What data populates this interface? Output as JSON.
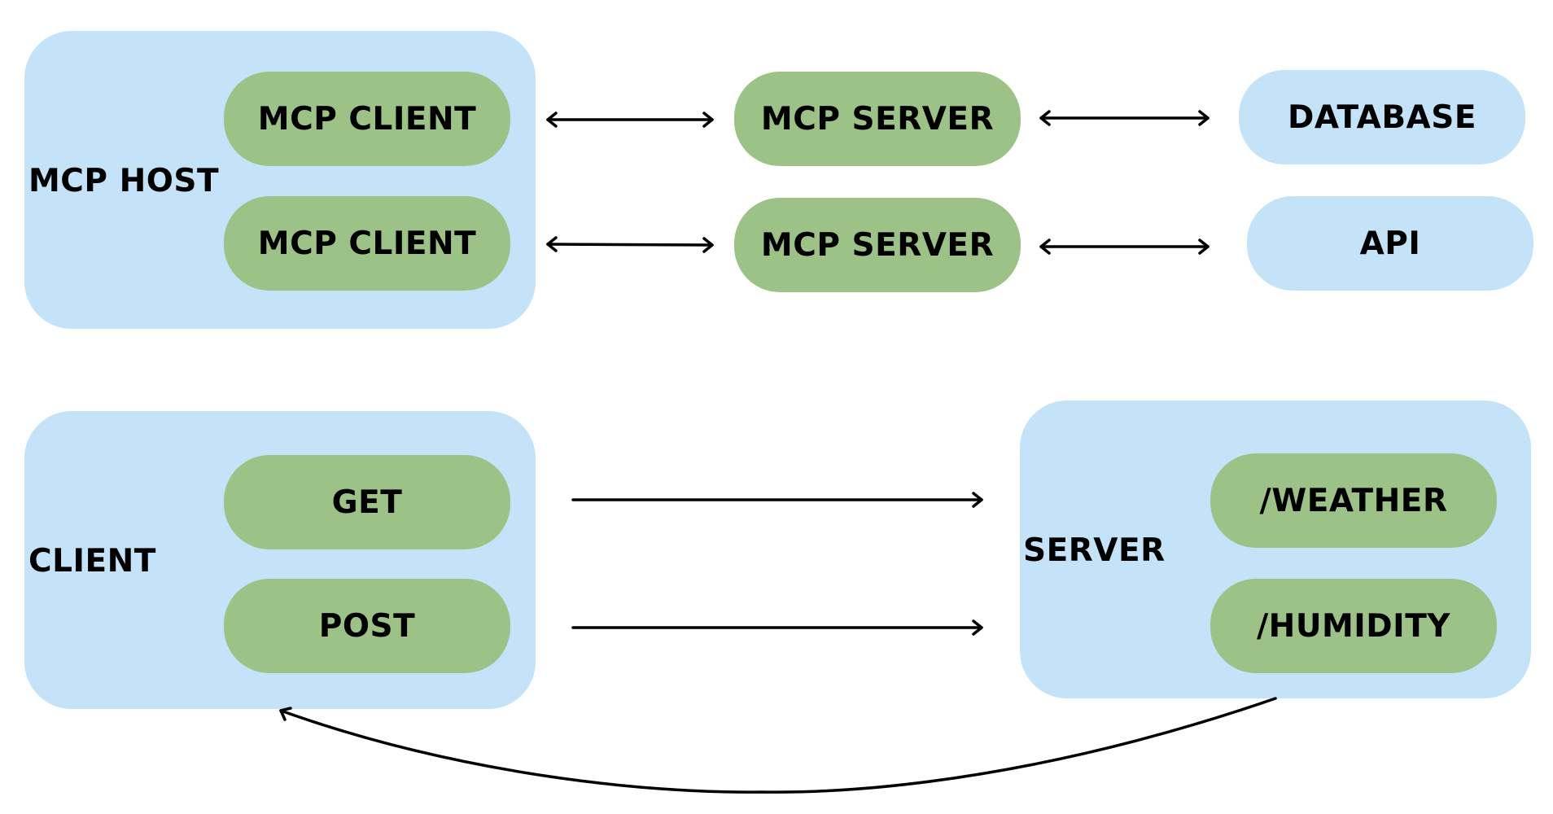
{
  "colors": {
    "panel_fill": "#c4e3f8",
    "pill_fill": "#9dc288",
    "line": "#000000",
    "background": "#ffffff"
  },
  "mcp": {
    "host_label": "MCP HOST",
    "clients": [
      "MCP CLIENT",
      "MCP CLIENT"
    ],
    "servers": [
      "MCP SERVER",
      "MCP SERVER"
    ],
    "resources": [
      "DATABASE",
      "API"
    ]
  },
  "http": {
    "client_label": "CLIENT",
    "methods": [
      "GET",
      "POST"
    ],
    "server_label": "SERVER",
    "endpoints": [
      "/WEATHER",
      "/HUMIDITY"
    ]
  },
  "connections": [
    {
      "from": "MCP CLIENT",
      "to": "MCP SERVER",
      "style": "bidirectional"
    },
    {
      "from": "MCP CLIENT",
      "to": "MCP SERVER",
      "style": "bidirectional"
    },
    {
      "from": "MCP SERVER",
      "to": "DATABASE",
      "style": "bidirectional"
    },
    {
      "from": "MCP SERVER",
      "to": "API",
      "style": "bidirectional"
    },
    {
      "from": "GET",
      "to": "SERVER",
      "style": "one-way"
    },
    {
      "from": "POST",
      "to": "SERVER",
      "style": "one-way"
    },
    {
      "from": "SERVER",
      "to": "CLIENT",
      "style": "one-way, curved return"
    }
  ]
}
